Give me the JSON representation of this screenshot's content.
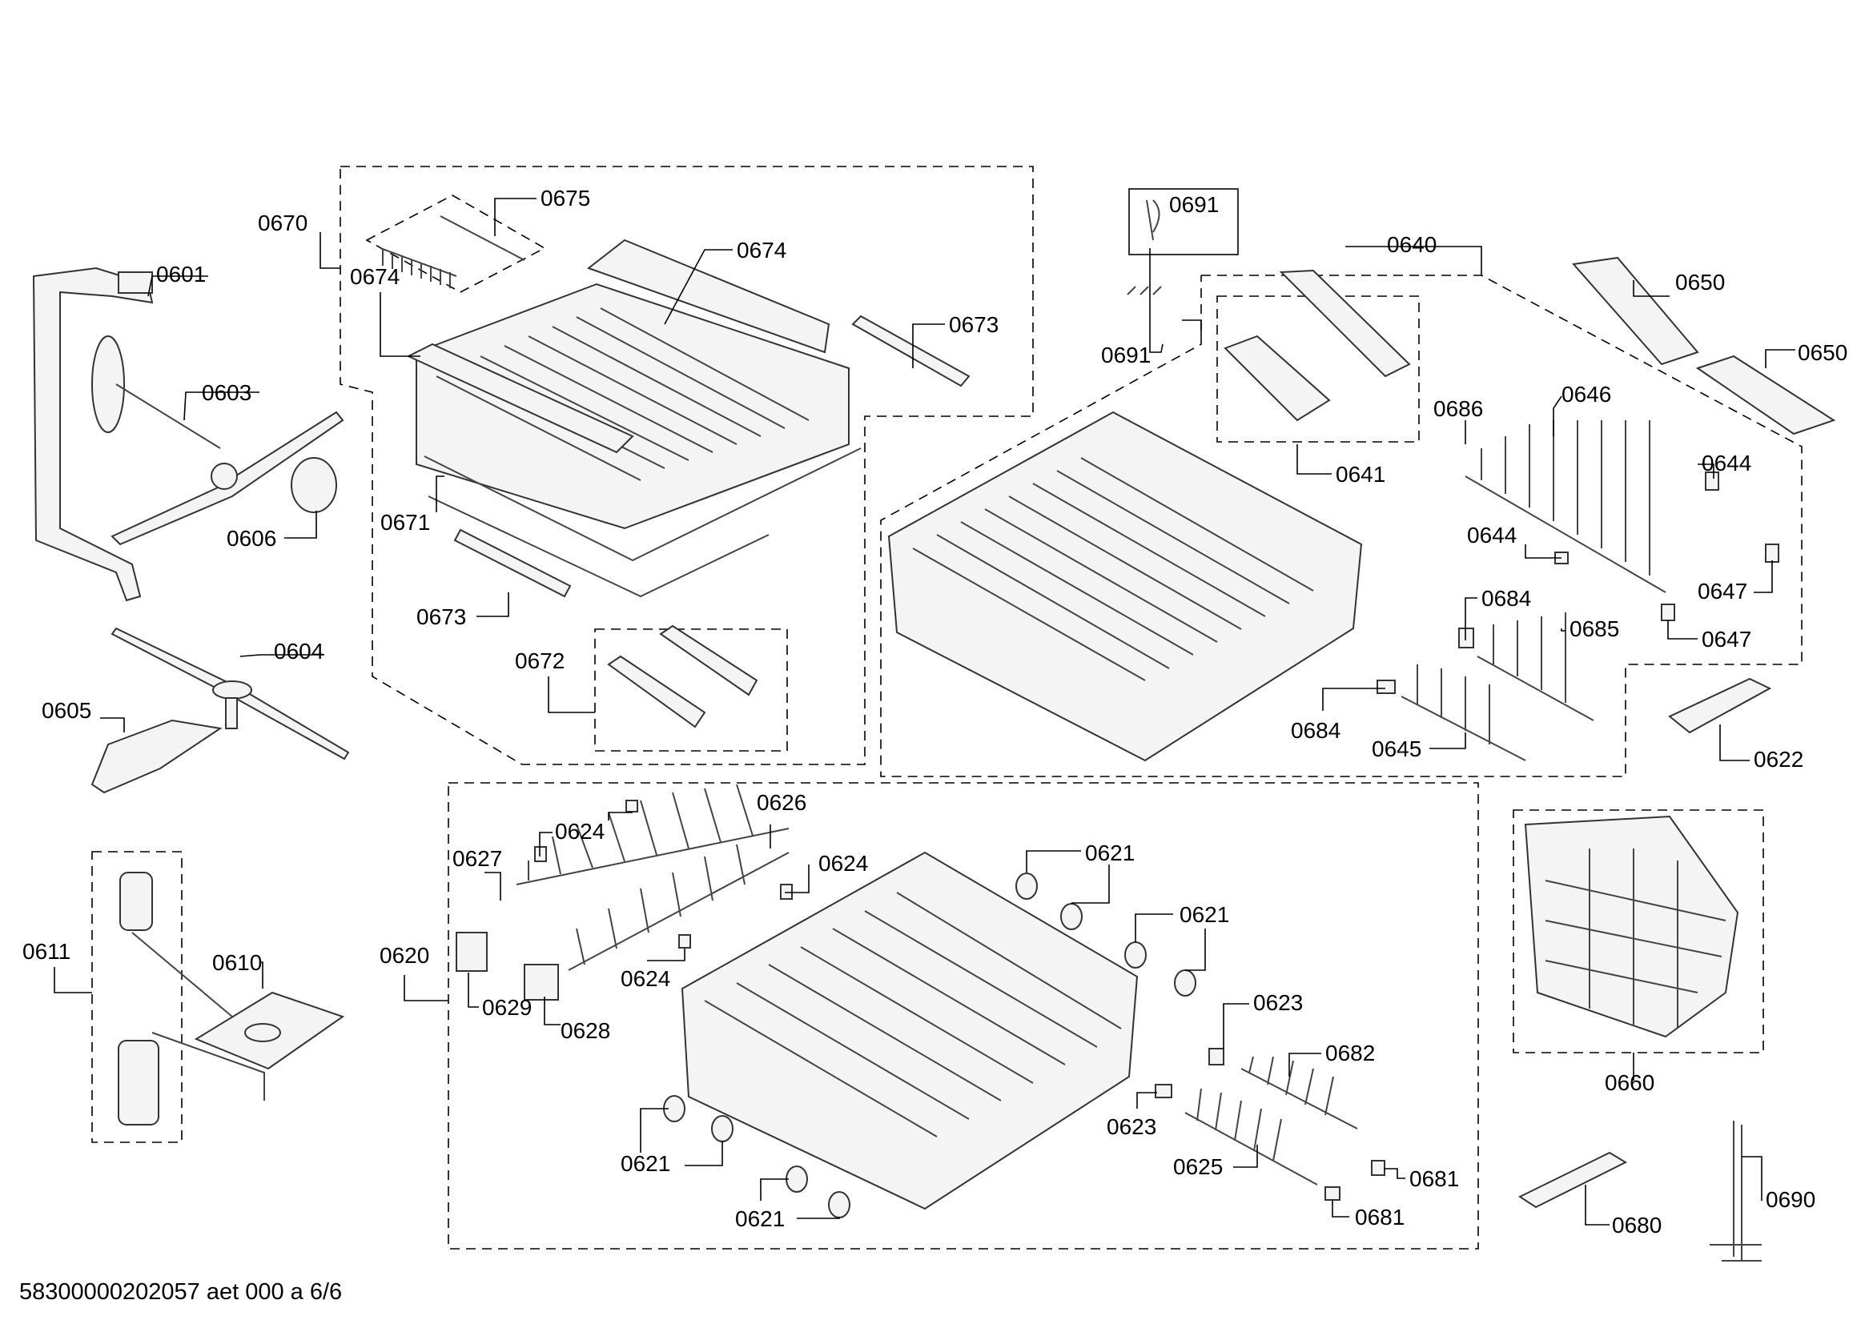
{
  "footer_text": "58300000202057 aet 000 a 6/6",
  "labels": [
    "0601",
    "0603",
    "0604",
    "0605",
    "0606",
    "0610",
    "0611",
    "0620",
    "0621",
    "0622",
    "0623",
    "0624",
    "0625",
    "0626",
    "0627",
    "0628",
    "0629",
    "0640",
    "0641",
    "0644",
    "0645",
    "0646",
    "0647",
    "0650",
    "0660",
    "0670",
    "0671",
    "0672",
    "0673",
    "0674",
    "0675",
    "0680",
    "0681",
    "0682",
    "0684",
    "0685",
    "0686",
    "0690",
    "0691"
  ]
}
